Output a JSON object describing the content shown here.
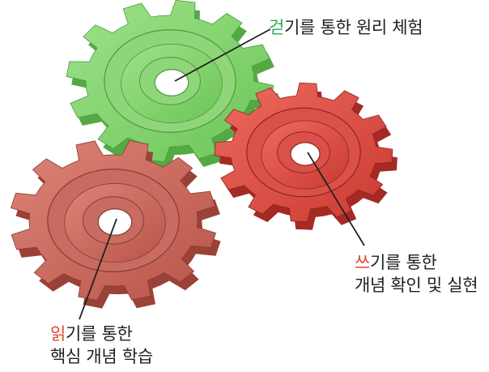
{
  "labels": {
    "walk": {
      "highlight": "걷",
      "rest": "기를 통한 원리 체험",
      "color": "#2fa84a"
    },
    "write": {
      "highlight": "쓰",
      "rest_line1": "기를 통한",
      "line2": "개념 확인 및 실현",
      "color": "#e2472c"
    },
    "read": {
      "highlight": "읽",
      "rest_line1": "기를 통한",
      "line2": "핵심 개념 학습",
      "color": "#e2472c"
    }
  },
  "gears": [
    {
      "name": "gear-walk",
      "color": "#7fd069"
    },
    {
      "name": "gear-write",
      "color": "#d8473f"
    },
    {
      "name": "gear-read",
      "color": "#c8645a"
    }
  ]
}
